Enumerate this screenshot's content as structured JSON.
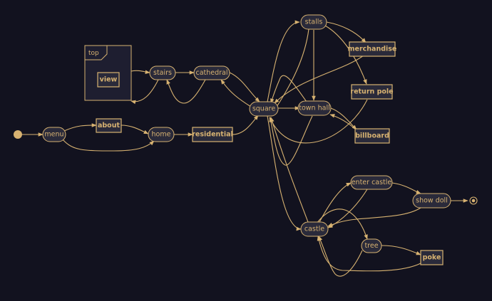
{
  "colors": {
    "background": "#12121f",
    "accent": "#d7b271",
    "node_fill": "#2a2a3a",
    "cluster_fill": "#1e1e30"
  },
  "cluster": {
    "label": "top"
  },
  "nodes": {
    "menu": "menu",
    "about": "about",
    "home": "home",
    "residential": "residential",
    "view": "view",
    "stairs": "stairs",
    "cathedral": "cathedral",
    "square": "square",
    "stalls": "stalls",
    "merchandise": "merchandise",
    "return_pole": "return pole",
    "town_hall": "town hall",
    "billboard": "billboard",
    "enter_castle": "enter castle",
    "show_doll": "show doll",
    "castle": "castle",
    "tree": "tree",
    "poke": "poke"
  }
}
